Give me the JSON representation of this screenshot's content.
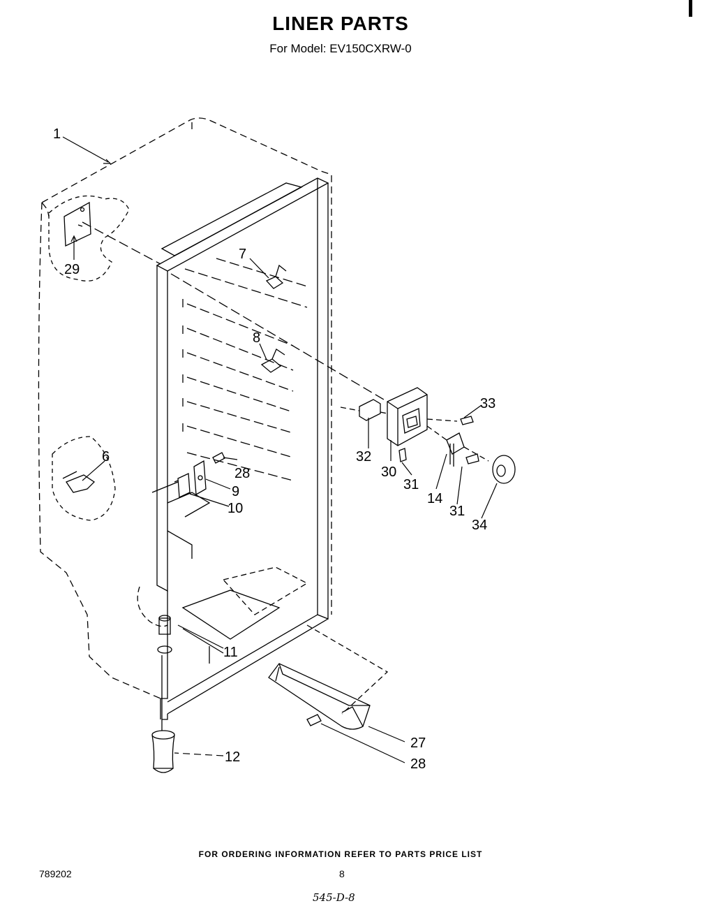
{
  "header": {
    "title": "LINER PARTS",
    "model_line": "For Model: EV150CXRW-0"
  },
  "callouts": [
    {
      "id": "1",
      "label": "1"
    },
    {
      "id": "29",
      "label": "29"
    },
    {
      "id": "7",
      "label": "7"
    },
    {
      "id": "8",
      "label": "8"
    },
    {
      "id": "6",
      "label": "6"
    },
    {
      "id": "28a",
      "label": "28"
    },
    {
      "id": "9",
      "label": "9"
    },
    {
      "id": "10",
      "label": "10"
    },
    {
      "id": "33",
      "label": "33"
    },
    {
      "id": "32",
      "label": "32"
    },
    {
      "id": "30",
      "label": "30"
    },
    {
      "id": "31a",
      "label": "31"
    },
    {
      "id": "14",
      "label": "14"
    },
    {
      "id": "31b",
      "label": "31"
    },
    {
      "id": "34",
      "label": "34"
    },
    {
      "id": "11",
      "label": "11"
    },
    {
      "id": "12",
      "label": "12"
    },
    {
      "id": "27",
      "label": "27"
    },
    {
      "id": "28b",
      "label": "28"
    }
  ],
  "footer": {
    "ordering_note": "FOR ORDERING INFORMATION REFER TO PARTS PRICE LIST",
    "doc_number": "789202",
    "page_number": "8",
    "handwritten_code": "545-D-8"
  }
}
